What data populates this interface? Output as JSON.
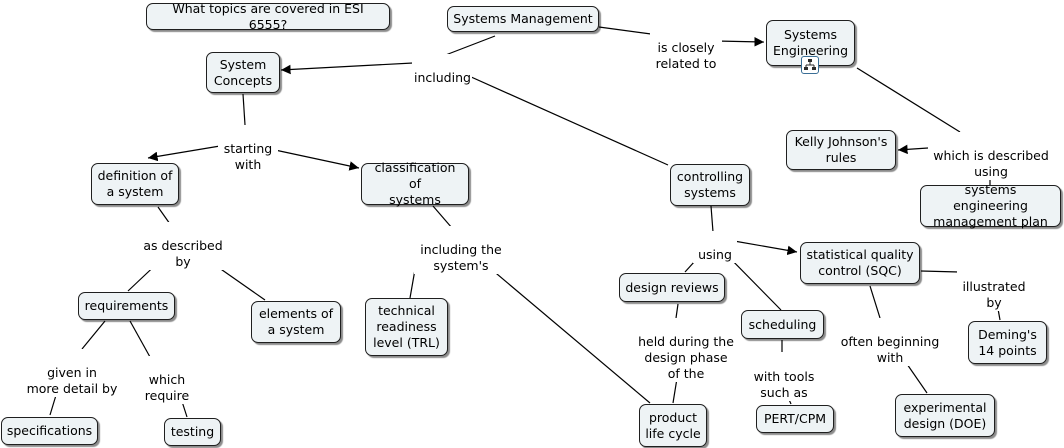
{
  "diagram": {
    "question": "What topics are covered in ESI 6555?",
    "concepts": {
      "systems_management": "Systems Management",
      "systems_engineering": "Systems\nEngineering",
      "system_concepts": "System\nConcepts",
      "kelly_johnson": "Kelly Johnson's\nrules",
      "se_management_plan": "systems engineering\nmanagement plan",
      "controlling_systems": "controlling\nsystems",
      "definition_of_system": "definition of\na system",
      "classification_of_systems": "classification of\nsystems",
      "statistical_qc": "statistical quality\ncontrol (SQC)",
      "design_reviews": "design reviews",
      "requirements": "requirements",
      "elements_of_system": "elements of\na system",
      "trl": "technical\nreadiness\nlevel (TRL)",
      "scheduling": "scheduling",
      "demings_points": "Deming's\n14 points",
      "specifications": "specifications",
      "testing": "testing",
      "product_life_cycle": "product\nlife cycle",
      "pert_cpm": "PERT/CPM",
      "experimental_design": "experimental\ndesign (DOE)"
    },
    "linking_phrases": {
      "including": "including",
      "is_closely_related_to": "is closely\nrelated to",
      "which_is_described_using": "which is described\nusing",
      "starting_with": "starting\nwith",
      "as_described_by": "as described\nby",
      "including_the_systems": "including the\nsystem's",
      "using": "using",
      "illustrated_by": "illustrated\nby",
      "held_during": "held during the\ndesign phase\nof the",
      "often_beginning_with": "often beginning\nwith",
      "given_in_more_detail_by": "given in\nmore detail by",
      "which_require": "which\nrequire",
      "with_tools_such_as": "with tools\nsuch as"
    },
    "icons": [
      "hierarchy-icon"
    ],
    "colors": {
      "node_fill": "#eef3f5",
      "node_border": "#1f1f1f",
      "line": "#000000",
      "icon_border": "#3a6e96"
    }
  }
}
